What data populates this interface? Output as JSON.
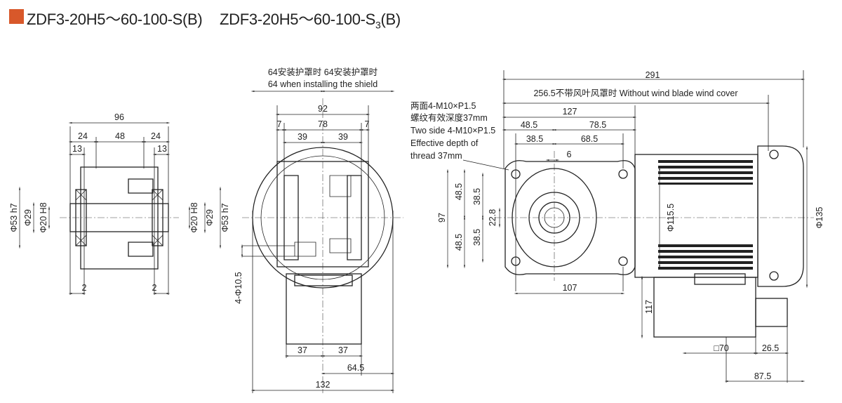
{
  "header": {
    "accent_color": "#d8582a",
    "model_1": "ZDF3-20H5～60-100-S(B)",
    "model_2_prefix": "ZDF3-20H5～60-100-S",
    "model_2_sub": "3",
    "model_2_suffix": "(B)"
  },
  "side_view": {
    "d96": "96",
    "d24a": "24",
    "d48": "48",
    "d24b": "24",
    "d13a": "13",
    "d13b": "13",
    "phi53_left": "Φ53 h7",
    "phi29_left": "Φ29",
    "phi20_left": "Φ20 H8",
    "phi20_right": "Φ20 H8",
    "phi29_right": "Φ29",
    "phi53_right": "Φ53 h7",
    "d2a": "2",
    "d2b": "2"
  },
  "front_view": {
    "shield_note_cn": "64安装护罩时  64安装护罩时",
    "shield_note_en": "64 when installing the shield",
    "d92": "92",
    "d7a": "7",
    "d78": "78",
    "d7b": "7",
    "d39a": "39",
    "d39b": "39",
    "holes": "4-Φ10.5",
    "d37a": "37",
    "d37b": "37",
    "d64_5": "64.5",
    "d132": "132"
  },
  "motor_view": {
    "d291": "291",
    "d256_5": "256.5不带风叶风罩时 Without wind blade wind cover",
    "d127": "127",
    "d48_5": "48.5",
    "d78_5": "78.5",
    "d38_5": "38.5",
    "d68_5": "68.5",
    "d6": "6",
    "note": [
      "两面4-M10×P1.5",
      "螺纹有效深度37mm",
      "Two side 4-M10×P1.5",
      "Effective depth of",
      "thread 37mm"
    ],
    "d97": "97",
    "v48_5a": "48.5",
    "v48_5b": "48.5",
    "v38_5a": "38.5",
    "v38_5b": "38.5",
    "v22_8": "22.8",
    "phi115_5": "Φ115.5",
    "phi135": "Φ135",
    "d107": "107",
    "d117": "117",
    "sq70": "□70",
    "d26_5": "26.5",
    "d87_5": "87.5"
  }
}
